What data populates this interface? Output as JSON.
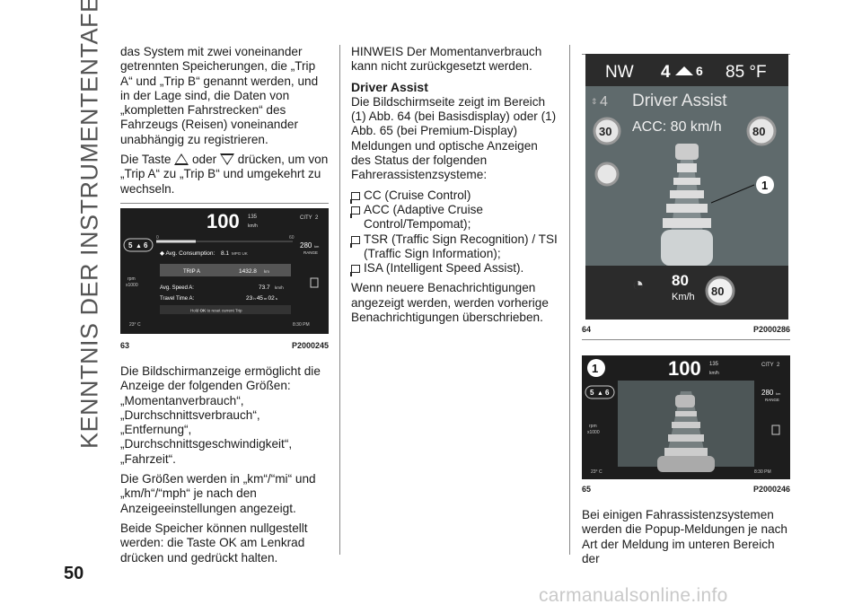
{
  "side_title": "KENNTNIS DER INSTRUMENTENTAFEL",
  "page_number": "50",
  "watermark": "carmanualsonline.info",
  "col1": {
    "p1": "das System mit zwei voneinander getrennten Speicherungen, die „Trip A“ und „Trip B“ genannt werden, und in der Lage sind, die Daten von „kompletten Fahrstrecken“ des Fahrzeugs (Reisen) voneinander unabhängig zu registrieren.",
    "p2_a": "Die Taste",
    "p2_b": "oder",
    "p2_c": "drücken, um von „Trip A“ zu „Trip B“ und umgekehrt zu wechseln.",
    "p3": "Die Bildschirmanzeige ermöglicht die Anzeige der folgenden Größen: „Momentanverbrauch“, „Durchschnittsverbrauch“, „Entfernung“, „Durchschnittsgeschwindigkeit“, „Fahrzeit“.",
    "p4": "Die Größen werden in „km“/“mi“ und „km/h“/“mph“ je nach den Anzeigeeinstellungen angezeigt.",
    "p5": "Beide Speicher können nullgestellt werden: die Taste OK am Lenkrad drücken und gedrückt halten."
  },
  "fig63": {
    "num": "63",
    "code": "P2000245",
    "speed": "100",
    "speed_limit": "135",
    "speed_unit": "km/h",
    "mode": "CITY",
    "mode_num": "2",
    "gear": "5",
    "gear_next": "6",
    "scale_min": "0",
    "scale_max": "60",
    "range_value": "280",
    "range_unit": "km",
    "range_label": "RANGE",
    "consumption_label": "Avg. Consumption:",
    "consumption_value": "8.1",
    "consumption_unit": "MPG UK",
    "trip_label": "TRIP A",
    "trip_value": "1432.8",
    "trip_unit": "km",
    "avg_speed_label": "Avg. Speed A:",
    "avg_speed_value": "73.7",
    "avg_speed_unit": "km/h",
    "travel_label": "Travel Time A:",
    "travel_h": "23",
    "travel_m": "45",
    "travel_s": "02",
    "hold_text_a": "Hold",
    "hold_ok": "OK",
    "hold_text_b": "to reset current Trip",
    "rpm": "rpm",
    "rpm_unit": "x1000",
    "temp": "23° C",
    "time": "8:30 PM"
  },
  "col2": {
    "p1": "HINWEIS Der Momentanverbrauch kann nicht zurückgesetzt werden.",
    "heading": "Driver Assist",
    "p2": "Die Bildschirmseite zeigt im Bereich (1) Abb. 64 (bei Basisdisplay) oder (1) Abb. 65 (bei Premium-Display) Meldungen und optische Anzeigen des Status der folgenden Fahrerassistenzsysteme:",
    "items": [
      "CC (Cruise Control)",
      "ACC (Adaptive Cruise Control/Tempomat);",
      "TSR (Traffic Sign Recognition) / TSI (Traffic Sign Information);",
      "ISA (Intelligent Speed Assist)."
    ],
    "p3": "Wenn neuere Benachrichtigungen angezeigt werden, werden vorherige Benachrichtigungen überschrieben."
  },
  "fig64": {
    "num": "64",
    "code": "P2000286",
    "heading_dir": "NW",
    "gear": "4",
    "gear_next": "6",
    "temp": "85 °F",
    "gear_small": "4",
    "title": "Driver Assist",
    "acc": "ACC: 80 km/h",
    "left_limit": "30",
    "right_limit": "80",
    "callout": "1",
    "set_speed": "80",
    "set_unit": "Km/h",
    "sign": "80"
  },
  "fig65": {
    "num": "65",
    "code": "P2000246",
    "callout": "1",
    "speed": "100",
    "speed_limit": "135",
    "speed_unit": "km/h",
    "mode": "CITY",
    "mode_num": "2",
    "gear": "5",
    "gear_next": "6",
    "range_value": "280",
    "range_unit": "km",
    "range_label": "RANGE",
    "rpm": "rpm",
    "rpm_unit": "x1000",
    "temp": "23° C",
    "time": "8:30 PM"
  },
  "col3": {
    "p1": "Bei einigen Fahrassistenzsystemen werden die Popup-Meldungen je nach Art der Meldung im unteren Bereich der"
  }
}
